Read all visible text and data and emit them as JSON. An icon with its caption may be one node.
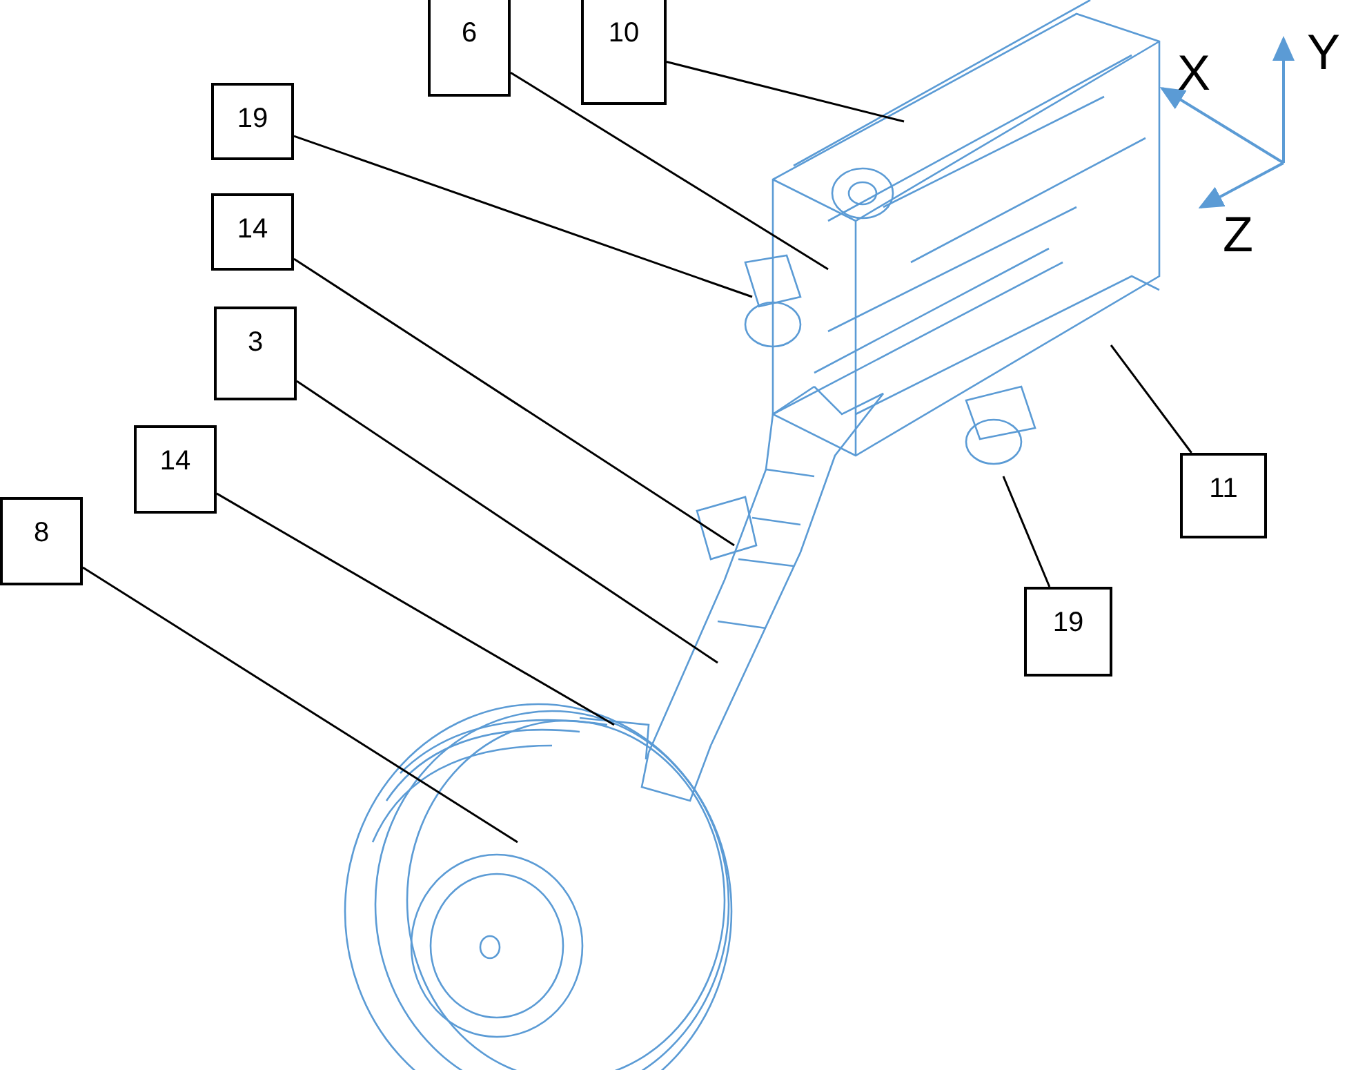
{
  "diagram": {
    "nodes": [
      {
        "text": [
          "6"
        ]
      },
      {
        "text": [
          "10"
        ]
      },
      {
        "text": [
          "19"
        ]
      },
      {
        "text": [
          "14"
        ]
      },
      {
        "text": [
          "3"
        ]
      },
      {
        "text": [
          "14"
        ]
      },
      {
        "text": [
          "11"
        ]
      },
      {
        "text": [
          "8"
        ]
      },
      {
        "text": [
          "19"
        ]
      }
    ],
    "edges": [
      {
        "from": 0,
        "to": null,
        "arrow": "none"
      },
      {
        "from": 1,
        "to": null,
        "arrow": "none"
      },
      {
        "from": 2,
        "to": null,
        "arrow": "none"
      },
      {
        "from": 3,
        "to": null,
        "arrow": "none"
      },
      {
        "from": 4,
        "to": null,
        "arrow": "none"
      },
      {
        "from": 5,
        "to": null,
        "arrow": "none"
      },
      {
        "from": 6,
        "to": null,
        "arrow": "none"
      },
      {
        "from": 7,
        "to": null,
        "arrow": "none"
      },
      {
        "from": 8,
        "to": null,
        "arrow": "none"
      }
    ],
    "labels": [
      "X",
      "Y",
      "Z"
    ]
  }
}
